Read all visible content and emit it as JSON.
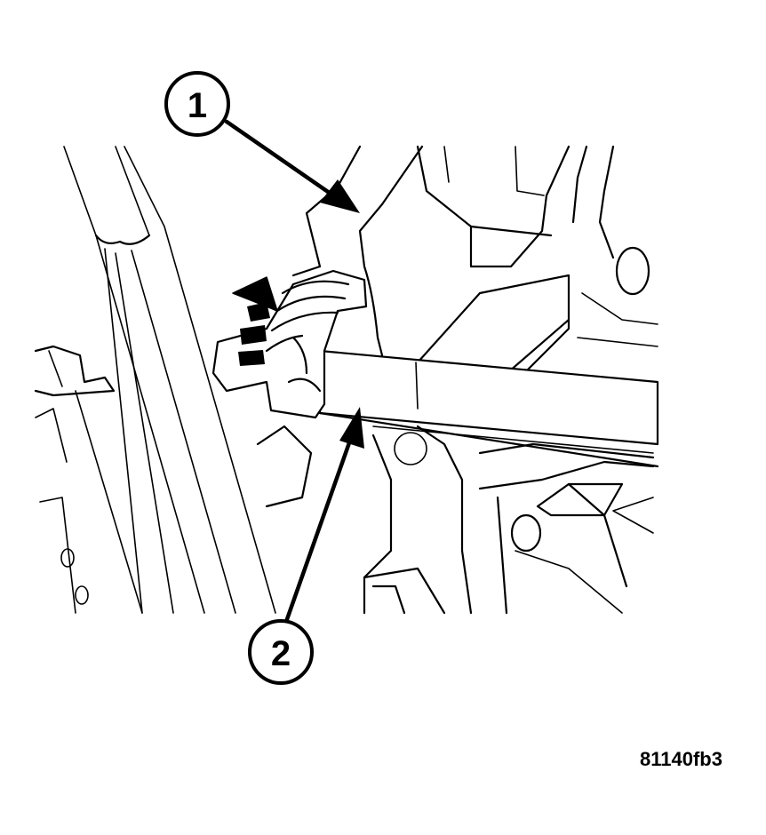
{
  "callouts": [
    {
      "label": "1"
    },
    {
      "label": "2"
    }
  ],
  "figure_id": "81140fb3",
  "icons": {
    "rotation_arrow": "curved-dashed-arrow-icon"
  }
}
